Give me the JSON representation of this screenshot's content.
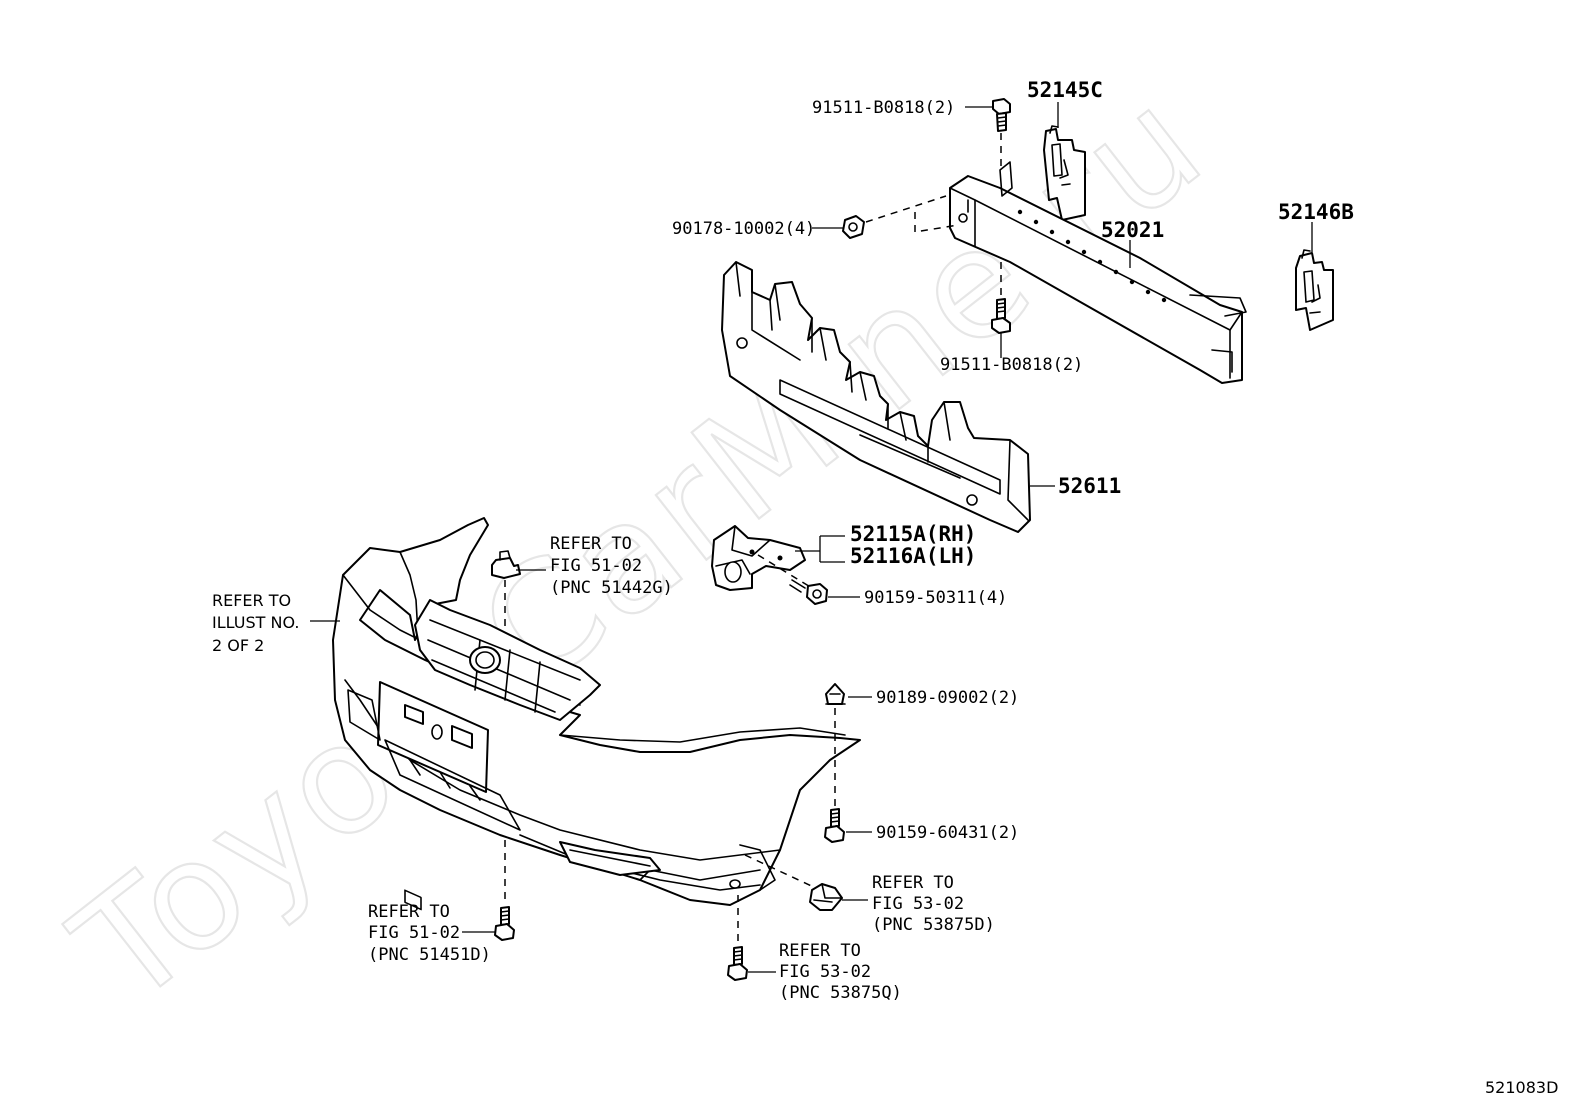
{
  "watermark": "ToyotaCarMine.ru",
  "diagram_code": "521083D",
  "labels": {
    "bolt_top": "91511-B0818(2)",
    "bolt_mid": "91511-B0818(2)",
    "nut": "90178-10002(4)",
    "bracket_c": "52145C",
    "bracket_b": "52146B",
    "reinforcement": "52021",
    "absorber": "52611",
    "retainer_rh": "52115A(RH)",
    "retainer_lh": "52116A(LH)",
    "screw_retainer": "90159-50311(4)",
    "clip": "90189-09002(2)",
    "screw_side": "90159-60431(2)",
    "ref_top": [
      "REFER TO",
      "FIG 51-02",
      "(PNC 51442G)"
    ],
    "ref_left": [
      "REFER TO",
      "ILLUST NO.",
      "2 OF 2"
    ],
    "ref_bottom_left": [
      "REFER TO",
      "FIG 51-02",
      "(PNC 51451D)"
    ],
    "ref_bottom_mid": [
      "REFER TO",
      "FIG 53-02",
      "(PNC 53875Q)"
    ],
    "ref_bottom_right": [
      "REFER TO",
      "FIG 53-02",
      "(PNC 53875D)"
    ]
  }
}
